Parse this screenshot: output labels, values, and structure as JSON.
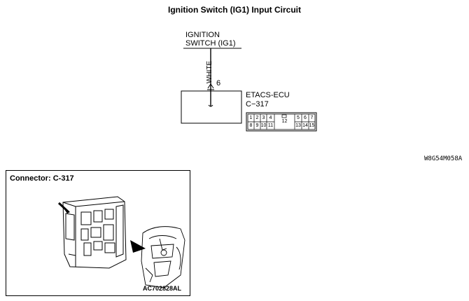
{
  "title": "Ignition Switch (IG1) Input Circuit",
  "ignition_switch": {
    "line1": "IGNITION",
    "line2": "SWITCH (IG1)"
  },
  "wire": {
    "color": "WHITE",
    "pin": "6"
  },
  "ecu": {
    "name": "ETACS-ECU",
    "connector": "C−317"
  },
  "connector_pins": {
    "top_left": [
      "1",
      "2",
      "3",
      "4"
    ],
    "top_right": [
      "5",
      "6",
      "7"
    ],
    "center": "12",
    "bottom_left": [
      "8",
      "9",
      "10",
      "11"
    ],
    "bottom_right": [
      "13",
      "14",
      "15"
    ]
  },
  "diagram_code": "W8G54M058A",
  "connector_view": {
    "title": "Connector: C-317",
    "figure_code": "AC702828AL"
  }
}
